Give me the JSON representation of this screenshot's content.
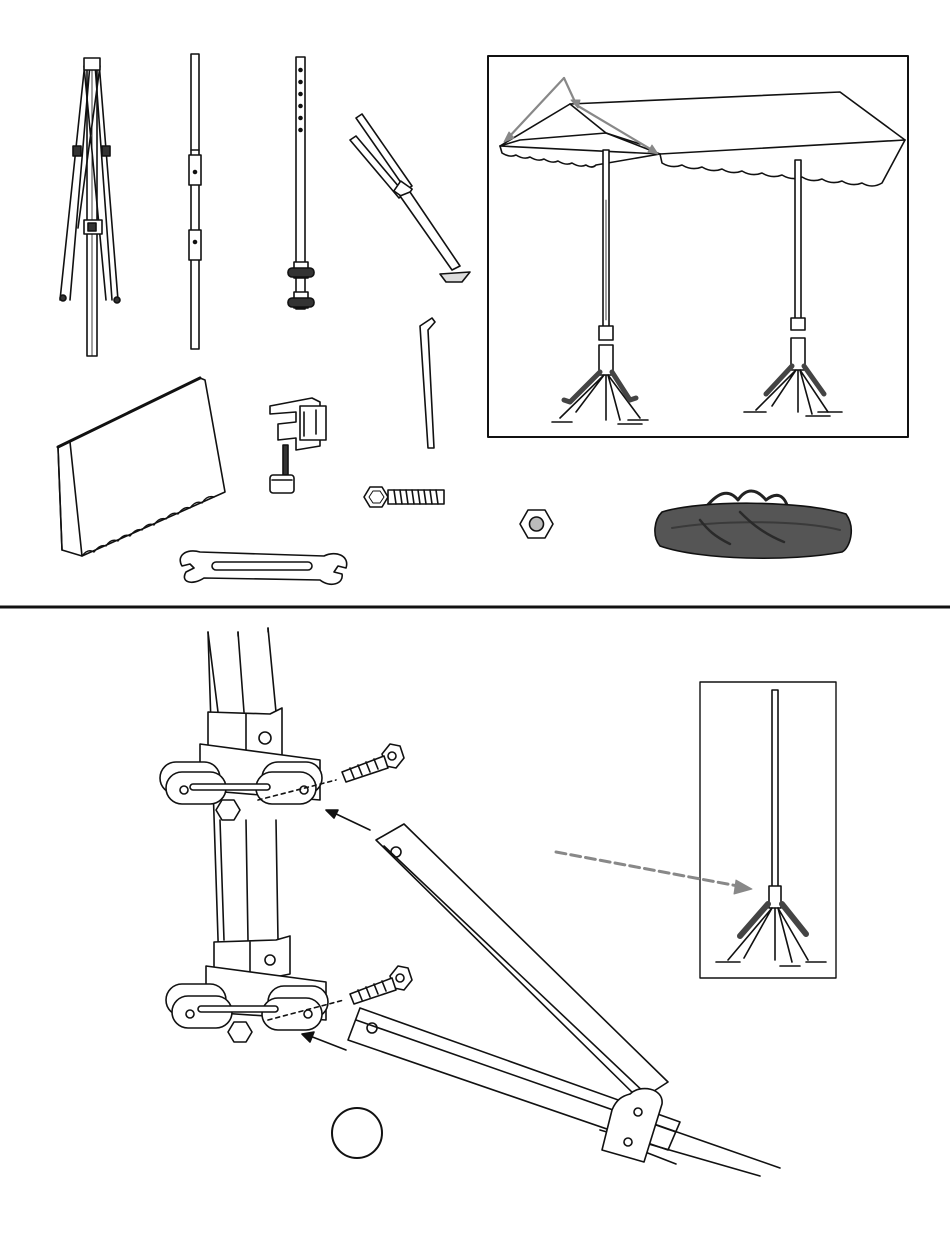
{
  "step": {
    "number": ""
  },
  "colors": {
    "line": "#111111",
    "arrow_gray": "#888888",
    "bag": "#555555",
    "bag_dark": "#3a3a3a",
    "background": "#ffffff"
  },
  "parts": [
    "tripod-leg-frame",
    "segmented-pole",
    "hole-pole-with-clamps",
    "leg-brace-assembly",
    "canopy-panel",
    "table-clamp",
    "tent-stake",
    "hex-bolt",
    "hex-nut",
    "open-end-wrench",
    "carry-bag"
  ],
  "panels": [
    "assembled-canopy-inset",
    "tripod-attachment-inset"
  ]
}
